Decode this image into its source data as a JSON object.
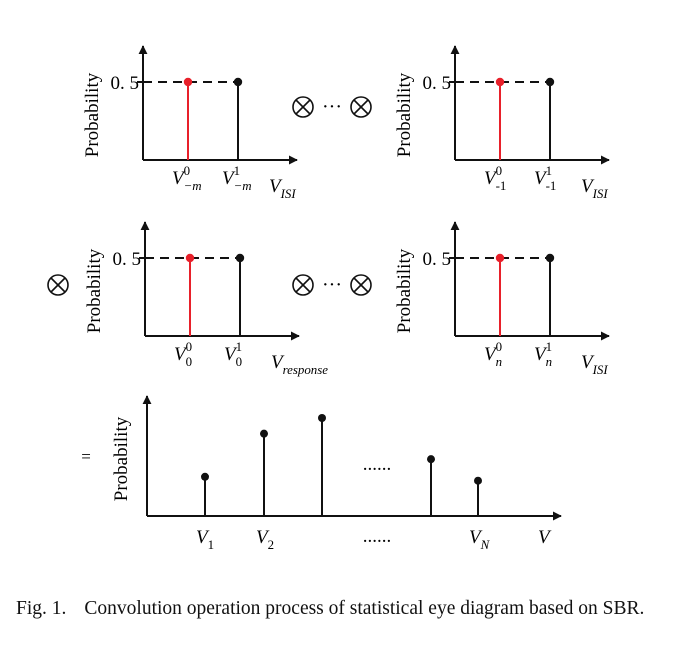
{
  "panels": [
    {
      "id": "panel-m",
      "ylabel": "Probability",
      "tick": "0. 5",
      "stems": [
        {
          "base": "V",
          "sup": "0",
          "sub": "−m",
          "color": "#e8202a"
        },
        {
          "base": "V",
          "sup": "1",
          "sub": "−m",
          "color": "#111111"
        }
      ],
      "x_axis_label": {
        "base": "V",
        "sub": "ISI"
      }
    },
    {
      "id": "panel-minus1",
      "ylabel": "Probability",
      "tick": "0. 5",
      "stems": [
        {
          "base": "V",
          "sup": "0",
          "sub": "-1",
          "color": "#e8202a"
        },
        {
          "base": "V",
          "sup": "1",
          "sub": "-1",
          "color": "#111111"
        }
      ],
      "x_axis_label": {
        "base": "V",
        "sub": "ISI"
      }
    },
    {
      "id": "panel-0",
      "ylabel": "Probability",
      "tick": "0. 5",
      "stems": [
        {
          "base": "V",
          "sup": "0",
          "sub": "0",
          "color": "#e8202a"
        },
        {
          "base": "V",
          "sup": "1",
          "sub": "0",
          "color": "#111111"
        }
      ],
      "x_axis_label": {
        "base": "V",
        "sub": "response"
      }
    },
    {
      "id": "panel-n",
      "ylabel": "Probability",
      "tick": "0. 5",
      "stems": [
        {
          "base": "V",
          "sup": "0",
          "sub": "n",
          "color": "#e8202a"
        },
        {
          "base": "V",
          "sup": "1",
          "sub": "n",
          "color": "#111111"
        }
      ],
      "x_axis_label": {
        "base": "V",
        "sub": "ISI"
      }
    }
  ],
  "operators": {
    "convolve_symbol": "⊗",
    "dots": "···",
    "equals": "="
  },
  "result": {
    "ylabel": "Probability",
    "x_axis_label": "V",
    "ellipsis": "......",
    "tick_labels": [
      {
        "base": "V",
        "sub": "1"
      },
      {
        "base": "V",
        "sub": "2"
      },
      {
        "base": "V",
        "sub": "N"
      }
    ],
    "relative_probabilities": [
      0.4,
      0.84,
      1.0,
      0.58,
      0.36
    ]
  },
  "colors": {
    "red": "#e8202a",
    "black": "#111111"
  },
  "caption": {
    "label": "Fig. 1.",
    "text": "Convolution operation process of statistical eye diagram based on SBR."
  }
}
